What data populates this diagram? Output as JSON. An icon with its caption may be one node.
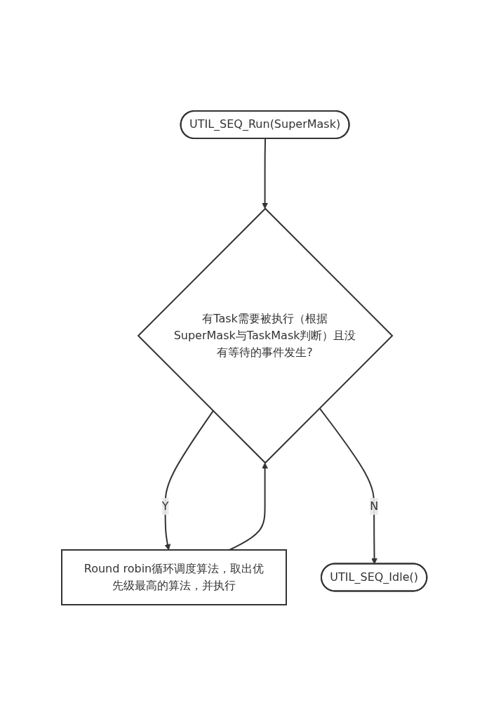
{
  "diagram": {
    "nodes": [
      {
        "text": [
          "UTIL_SEQ_Run(SuperMask)"
        ]
      },
      {
        "text": [
          "有Task需要被执行（根据SuperMask与TaskMask判断）且没有等待的事件发生?"
        ]
      },
      {
        "text": [
          "Round robin循环调度算法，取出优先级最高的算法，并执行"
        ]
      },
      {
        "text": [
          "UTIL_SEQ_Idle()"
        ]
      }
    ],
    "edges": [
      {
        "from": 0,
        "to": 1,
        "arrow": "to"
      },
      {
        "from": 1,
        "to": 2,
        "label": "Y",
        "arrow": "to"
      },
      {
        "from": 2,
        "to": 1,
        "arrow": "to"
      },
      {
        "from": 1,
        "to": 3,
        "label": "N",
        "arrow": "to"
      }
    ]
  }
}
